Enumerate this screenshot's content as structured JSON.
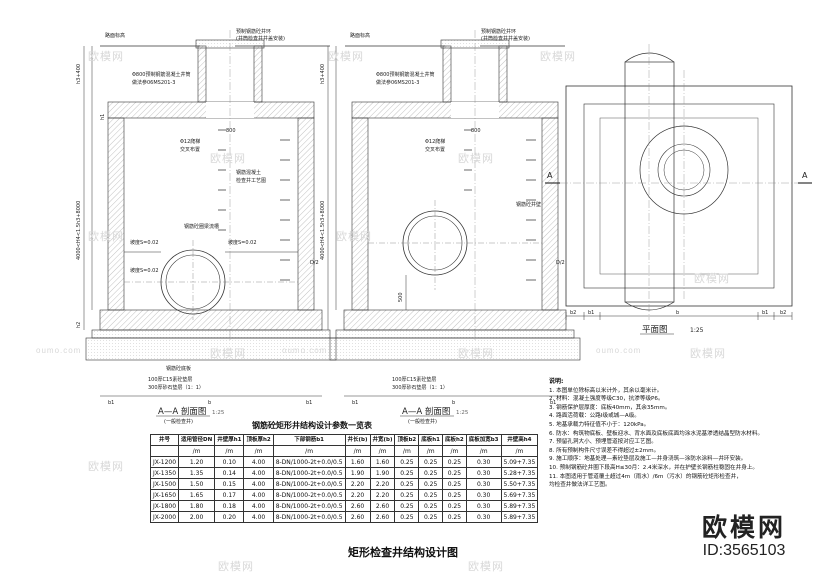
{
  "left_section": {
    "title": "A—A 剖面图",
    "scale": "1:25",
    "subtitle": "(一般检查井)",
    "labels": {
      "road": "路面标高",
      "cover": "预制钢筋砼井环",
      "cover_note": "(井筒检查井井盖安装)",
      "ring_top": "Φ800预制钢筋混凝土井筒",
      "ring_note": "做法参06MS201-3",
      "dim_800": "800",
      "ladder": "Φ12爬梯",
      "ladder2": "交叉布置",
      "pipe_ring": "钢筋混凝土",
      "pipe_ring2": "检查井工艺图",
      "slope_left": "坡度S=0.02",
      "slope_right": "坡度S=0.02",
      "slope_left2": "坡度S=0.02",
      "channel": "钢筋砼圈梁流槽",
      "base1": "钢筋砼底板",
      "base2": "100厚C15素砼垫层",
      "base3": "300厚砂石垫层（1：1）",
      "b1": "b1",
      "b1r": "b1",
      "b": "b",
      "h3": "h3+400",
      "h1": "h1",
      "h2": "h2",
      "hv": "4000<H4<1.5h3+8000",
      "d2": "D/2"
    }
  },
  "middle_section": {
    "title": "A—A 剖面图",
    "scale": "1:25",
    "subtitle": "(一般检查井)",
    "labels": {
      "road": "路面标高",
      "cover": "预制钢筋砼井环",
      "cover_note": "(井筒检查井井盖安装)",
      "ring_top": "Φ800预制钢筋混凝土井筒",
      "ring_note": "做法参06MS201-3",
      "dim_800": "800",
      "ladder": "Φ12爬梯",
      "ladder2": "交叉布置",
      "right_note": "钢筋砼井壁",
      "dim_500": "500",
      "base2": "100厚C15素砼垫层",
      "base3": "300厚砂石垫层（1：1）",
      "b1": "b1",
      "b": "b",
      "b1r": "b1",
      "h3": "h3+400",
      "hv": "4000<H4<1.5h3+8000",
      "d2": "D/2"
    }
  },
  "plan": {
    "title": "平面图",
    "scale": "1:25",
    "a_left": "A",
    "a_right": "A",
    "dims": [
      "b2",
      "b1",
      "b",
      "b1",
      "b2"
    ]
  },
  "table": {
    "title": "钢筋砼矩形井结构设计参数一览表",
    "headers": [
      "井号",
      "适用管径DN",
      "井壁厚h1",
      "顶板厚h2",
      "下部钢筋b1",
      "井长(b)",
      "井宽(b)",
      "顶板b2",
      "底板h1",
      "底板h2",
      "底板加宽b3",
      "井壁高h4"
    ],
    "units": [
      "",
      "/m",
      "/m",
      "/m",
      "/m",
      "/m",
      "/m",
      "/m",
      "/m",
      "/m",
      "/m",
      "/m"
    ],
    "rows": [
      [
        "JX-1200",
        "1.20",
        "0.10",
        "4.00",
        "8-DN/1000-2t+0.0/0.5",
        "1.60",
        "1.60",
        "0.25",
        "0.25",
        "0.25",
        "0.30",
        "5.09+7.35"
      ],
      [
        "JX-1350",
        "1.35",
        "0.14",
        "4.00",
        "8-DN/1000-2t+0.0/0.5",
        "1.90",
        "1.90",
        "0.25",
        "0.25",
        "0.25",
        "0.30",
        "5.28+7.35"
      ],
      [
        "JX-1500",
        "1.50",
        "0.15",
        "4.00",
        "8-DN/1000-2t+0.0/0.5",
        "2.20",
        "2.20",
        "0.25",
        "0.25",
        "0.25",
        "0.30",
        "5.50+7.35"
      ],
      [
        "JX-1650",
        "1.65",
        "0.17",
        "4.00",
        "8-DN/1000-2t+0.0/0.5",
        "2.20",
        "2.20",
        "0.25",
        "0.25",
        "0.25",
        "0.30",
        "5.69+7.35"
      ],
      [
        "JX-1800",
        "1.80",
        "0.18",
        "4.00",
        "8-DN/1000-2t+0.0/0.5",
        "2.60",
        "2.60",
        "0.25",
        "0.25",
        "0.25",
        "0.30",
        "5.89+7.35"
      ],
      [
        "JX-2000",
        "2.00",
        "0.20",
        "4.00",
        "8-DN/1000-2t+0.0/0.5",
        "2.60",
        "2.60",
        "0.25",
        "0.25",
        "0.25",
        "0.30",
        "5.89+7.35"
      ]
    ]
  },
  "notes": {
    "title": "说明:",
    "items": [
      "1. 本图单位除标高以米计外，其余以毫米计。",
      "2. 材料：混凝土强度等级C30，抗渗等级P6。",
      "3. 钢筋保护层厚度：底板40mm，其余35mm。",
      "4. 路面活荷载：公路I级或城—A级。",
      "5. 地基承载力特征值不小于：120kPa。",
      "6. 防水：构筑物底板、壁板迎水、背水面及底板底面均涂水泥基渗透结晶型防水材料。",
      "7. 预留孔洞大小、预埋管道按对应工艺图。",
      "8. 所有预制构件尺寸误差不得超过±2mm。",
      "9. 施工顺序：地基处理—素砼垫层及施工—井身浇筑—涂防水涂料—井环安装。",
      "10. 预制钢筋砼井圈下段高H≤30月：2.4米深水，并在护壁长钢筋柱稳固在井身上。",
      "11. 本图适用于管道覆土超过4m（雨水）/6m（污水）的钢筋砼矩形检查井，",
      "均检查井做法详工艺图。"
    ]
  },
  "page_title": "矩形检查井结构设计图",
  "watermark": {
    "brand_text": "欧模网",
    "site_text": "oumo.com",
    "id_text": "ID:3565103"
  }
}
